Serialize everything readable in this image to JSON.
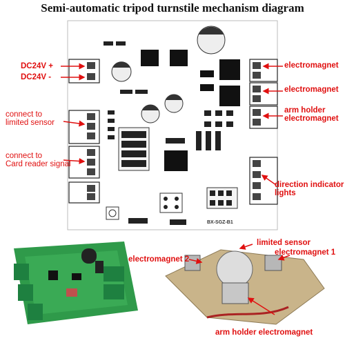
{
  "title": "Semi-automatic tripod turnstile mechanism diagram",
  "board_labels": {
    "top_left": {
      "dc_pos": "DC24V  +",
      "dc_neg": "DC24V  -"
    },
    "left": {
      "limited_sensor": "connect to\nlimited sensor",
      "card_reader": "connect to\nCard reader signal"
    },
    "right": {
      "em1": "electromagnet",
      "em2": "electromagnet",
      "arm_holder": "arm holder\nelectromagnet",
      "direction": "direction indicator\nlights"
    },
    "pcb_code": "BX-SGZ-B1"
  },
  "mechanism_labels": {
    "limited_sensor": "limited sensor",
    "electromagnet_2": "electromagnet 2",
    "electromagnet_1": "electromagnet 1",
    "arm_holder": "arm holder electromagnet"
  },
  "colors": {
    "label": "#e01010",
    "pcb": "#2f9a4a",
    "arrow": "#e01010"
  }
}
